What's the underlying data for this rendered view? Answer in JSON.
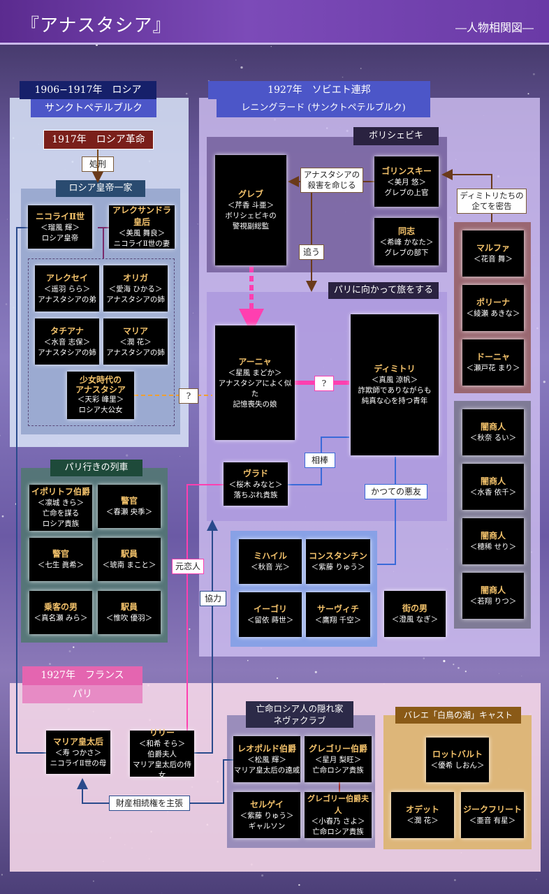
{
  "header": {
    "title": "『アナスタシア』",
    "subtitle": "―人物相関図―"
  },
  "sections": {
    "russia": {
      "line1": "1906−1917年　ロシア",
      "line2": "サンクトペテルブルク"
    },
    "soviet": {
      "line1": "1927年　ソビエト連邦",
      "line2": "レニングラード (サンクトペテルブルク)"
    },
    "france": {
      "line1": "1927年　フランス",
      "line2": "パリ"
    }
  },
  "labels": {
    "revolution": "1917年　ロシア革命",
    "execution": "処刑",
    "imperial_family": "ロシア皇帝一家",
    "bolsheviki": "ボリシェビキ",
    "paris_journey": "パリに向かって旅をする",
    "train": "パリ行きの列車",
    "hideout_1": "亡命ロシア人の隠れ家",
    "hideout_2": "ネヴァクラブ",
    "ballet": "バレエ「白鳥の湖」キャスト"
  },
  "relations": {
    "order_kill_1": "アナスタシアの",
    "order_kill_2": "殺害を命じる",
    "chase": "追う",
    "informer_1": "ディミトリたちの",
    "informer_2": "企てを密告",
    "question1": "?",
    "question2": "?",
    "partner": "相棒",
    "old_friend": "かつての悪友",
    "ex_lover": "元恋人",
    "cooperation": "協力",
    "inheritance": "財産相続権を主張"
  },
  "characters": {
    "nicholas": {
      "name": "ニコライⅡ世",
      "actor": "＜瑠風 輝＞",
      "desc": "ロシア皇帝"
    },
    "alexandra": {
      "name": "アレクサンドラ皇后",
      "actor": "＜美風 舞良＞",
      "desc": "ニコライⅡ世の妻"
    },
    "alexei": {
      "name": "アレクセイ",
      "actor": "＜遥羽 らら＞",
      "desc": "アナスタシアの弟"
    },
    "olga": {
      "name": "オリガ",
      "actor": "＜愛海 ひかる＞",
      "desc": "アナスタシアの姉"
    },
    "tatiana": {
      "name": "タチアナ",
      "actor": "＜水音 志保＞",
      "desc": "アナスタシアの姉"
    },
    "maria": {
      "name": "マリア",
      "actor": "＜潤 花＞",
      "desc": "アナスタシアの姉"
    },
    "young_anastasia": {
      "name": "少女時代の",
      "name2": "アナスタシア",
      "actor": "＜天彩 峰里＞",
      "desc": "ロシア大公女"
    },
    "gleb": {
      "name": "グレブ",
      "actor": "＜芹香 斗亜＞",
      "desc": "ボリシェビキの",
      "desc2": "警視副総監"
    },
    "gorlinsky": {
      "name": "ゴリンスキー",
      "actor": "＜美月 悠＞",
      "desc": "グレブの上官"
    },
    "comrade": {
      "name": "同志",
      "actor": "＜希峰 かなた＞",
      "desc": "グレブの部下"
    },
    "marfa": {
      "name": "マルファ",
      "actor": "＜花音 舞＞"
    },
    "paulina": {
      "name": "ポリーナ",
      "actor": "＜綾瀬 あきな＞"
    },
    "dunya": {
      "name": "ドーニャ",
      "actor": "＜瀬戸花 まり＞"
    },
    "anya": {
      "name": "アーニャ",
      "actor": "＜星風 まどか＞",
      "desc": "アナスタシアによく似た",
      "desc2": "記憶喪失の娘"
    },
    "dmitry": {
      "name": "ディミトリ",
      "actor": "＜真風 涼帆＞",
      "desc": "詐欺師でありながらも",
      "desc2": "純真な心を持つ青年"
    },
    "vlad": {
      "name": "ヴラド",
      "actor": "＜桜木 みなと＞",
      "desc": "落ちぶれ貴族"
    },
    "merchant1": {
      "name": "闇商人",
      "actor": "＜秋奈 るい＞"
    },
    "merchant2": {
      "name": "闇商人",
      "actor": "＜水香 依千＞"
    },
    "merchant3": {
      "name": "闇商人",
      "actor": "＜穂稀 せり＞"
    },
    "merchant4": {
      "name": "闇商人",
      "actor": "＜若翔 りつ＞"
    },
    "ipolitov": {
      "name": "イポリトフ伯爵",
      "actor": "＜凛城 きら＞",
      "desc": "亡命を謀る",
      "desc2": "ロシア貴族"
    },
    "officer1": {
      "name": "警官",
      "actor": "＜春瀬 央季＞"
    },
    "officer2": {
      "name": "警官",
      "actor": "＜七生 眞希＞"
    },
    "stationmaster": {
      "name": "駅員",
      "actor": "＜琥南 まこと＞"
    },
    "passenger": {
      "name": "乗客の男",
      "actor": "＜真名瀬 みら＞"
    },
    "stationmaster2": {
      "name": "駅員",
      "actor": "＜惟吹 優羽＞"
    },
    "mikhail": {
      "name": "ミハイル",
      "actor": "＜秋音 光＞"
    },
    "konstantin": {
      "name": "コンスタンチン",
      "actor": "＜紫藤 りゅう＞"
    },
    "igor": {
      "name": "イーゴリ",
      "actor": "＜留依 蒔世＞"
    },
    "sergei_v": {
      "name": "サーヴィチ",
      "actor": "＜鷹翔 千空＞"
    },
    "townsman": {
      "name": "街の男",
      "actor": "＜澄風 なぎ＞"
    },
    "dowager": {
      "name": "マリア皇太后",
      "actor": "＜寿 つかさ＞",
      "desc": "ニコライⅡ世の母"
    },
    "lily": {
      "name": "リリー",
      "actor": "＜和希 そら＞",
      "desc": "伯爵夫人",
      "desc2": "マリア皇太后の侍女"
    },
    "leopold": {
      "name": "レオポルド伯爵",
      "actor": "＜松風 輝＞",
      "desc": "マリア皇太后の遠戚"
    },
    "gregory": {
      "name": "グレゴリー伯爵",
      "actor": "＜星月 梨旺＞",
      "desc": "亡命ロシア貴族"
    },
    "sergei": {
      "name": "セルゲイ",
      "actor": "＜紫藤 りゅう＞",
      "desc": "ギャルソン"
    },
    "gregory_wife": {
      "name": "グレゴリー伯爵夫人",
      "actor": "＜小春乃 さよ＞",
      "desc": "亡命ロシア貴族"
    },
    "rothbart": {
      "name": "ロットバルト",
      "actor": "＜優希 しおん＞"
    },
    "odette": {
      "name": "オデット",
      "actor": "＜潤 花＞"
    },
    "siegfried": {
      "name": "ジークフリート",
      "actor": "＜亜音 有星＞"
    }
  }
}
